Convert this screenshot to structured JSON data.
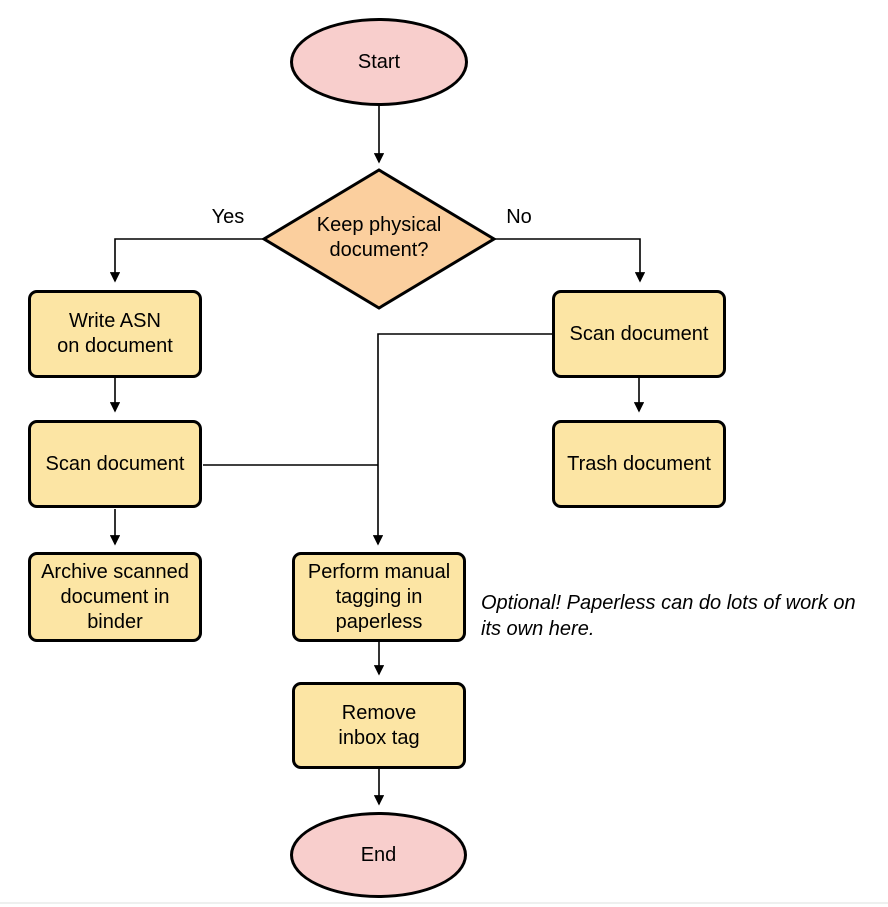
{
  "diagram": {
    "nodes": {
      "start": "Start",
      "decision": "Keep physical\ndocument?",
      "write_asn": "Write ASN\non document",
      "scan_left": "Scan document",
      "archive": "Archive scanned\ndocument in\nbinder",
      "scan_right": "Scan document",
      "trash": "Trash document",
      "perform_tagging": "Perform manual\ntagging in\npaperless",
      "remove_inbox": "Remove\ninbox tag",
      "end": "End"
    },
    "edge_labels": {
      "yes": "Yes",
      "no": "No"
    },
    "note": "Optional! Paperless can do lots of work on\nits own here.",
    "colors": {
      "terminal_fill": "#f8cecc",
      "decision_fill": "#fbcf9e",
      "process_fill": "#fce5a4",
      "stroke": "#000000"
    }
  }
}
